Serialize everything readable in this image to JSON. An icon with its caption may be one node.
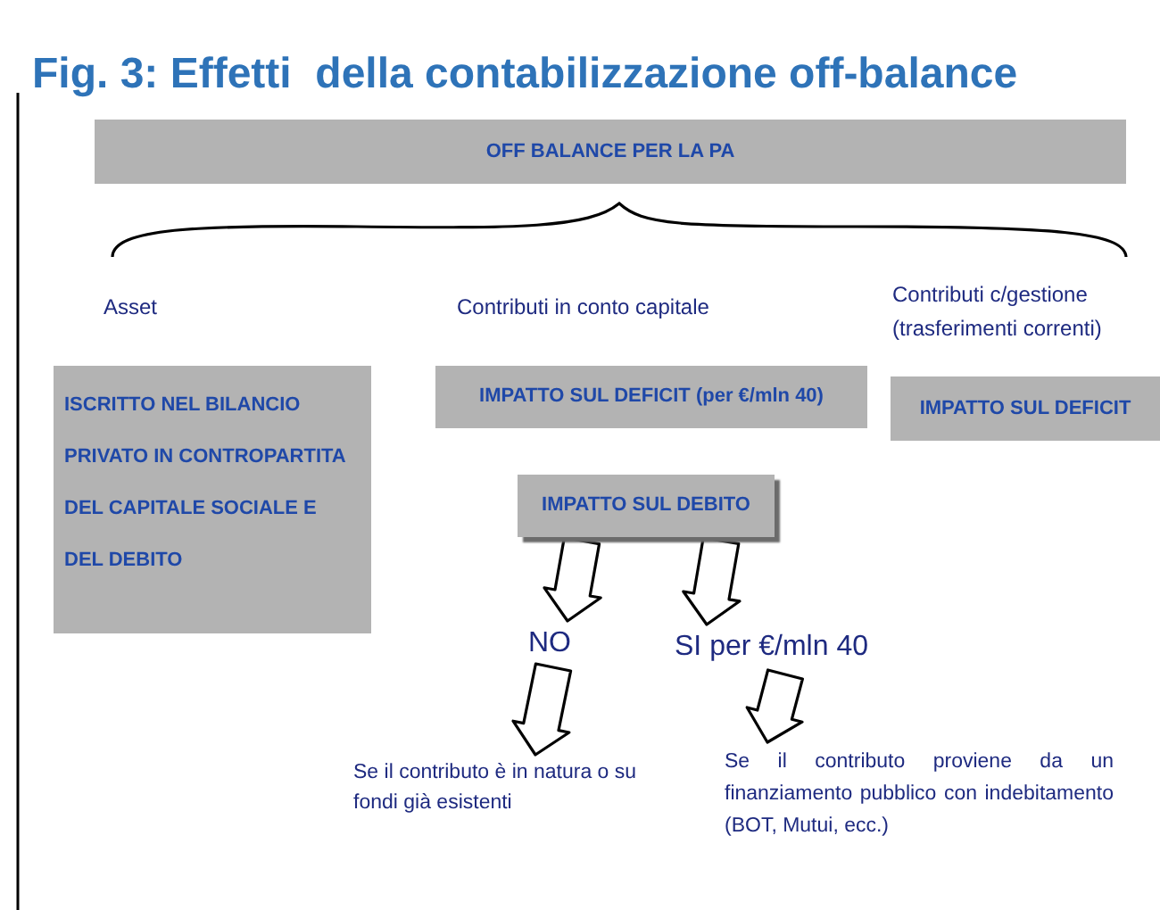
{
  "diagram": {
    "title": "Fig. 3: Effetti  della contabilizzazione off-balance",
    "nodes": [
      {
        "text": [
          "OFF BALANCE PER LA PA"
        ]
      },
      {
        "text": [
          "Asset"
        ]
      },
      {
        "text": [
          "Contributi in conto capitale"
        ]
      },
      {
        "text": [
          "Contributi c/gestione (trasferimenti correnti)"
        ]
      },
      {
        "text": [
          "ISCRITTO NEL BILANCIO PRIVATO IN CONTROPARTITA DEL CAPITALE SOCIALE E DEL DEBITO"
        ]
      },
      {
        "text": [
          "IMPATTO SUL DEFICIT (per €/mln 40)"
        ]
      },
      {
        "text": [
          "IMPATTO SUL DEFICIT"
        ]
      },
      {
        "text": [
          "IMPATTO SUL DEBITO"
        ]
      },
      {
        "text": [
          "NO"
        ]
      },
      {
        "text": [
          "SI per €/mln 40"
        ]
      },
      {
        "text": [
          "Se il contributo è in natura o su fondi già esistenti"
        ]
      },
      {
        "text": [
          "Se il contributo proviene da un finanziamento pubblico con indebitamento (BOT, Mutui, ecc.)"
        ]
      }
    ],
    "edges": [
      {
        "from": 7,
        "to": 8,
        "arrow": "to"
      },
      {
        "from": 7,
        "to": 9,
        "arrow": "to"
      },
      {
        "from": 8,
        "to": 10,
        "arrow": "to"
      },
      {
        "from": 9,
        "to": 11,
        "arrow": "to"
      }
    ]
  }
}
